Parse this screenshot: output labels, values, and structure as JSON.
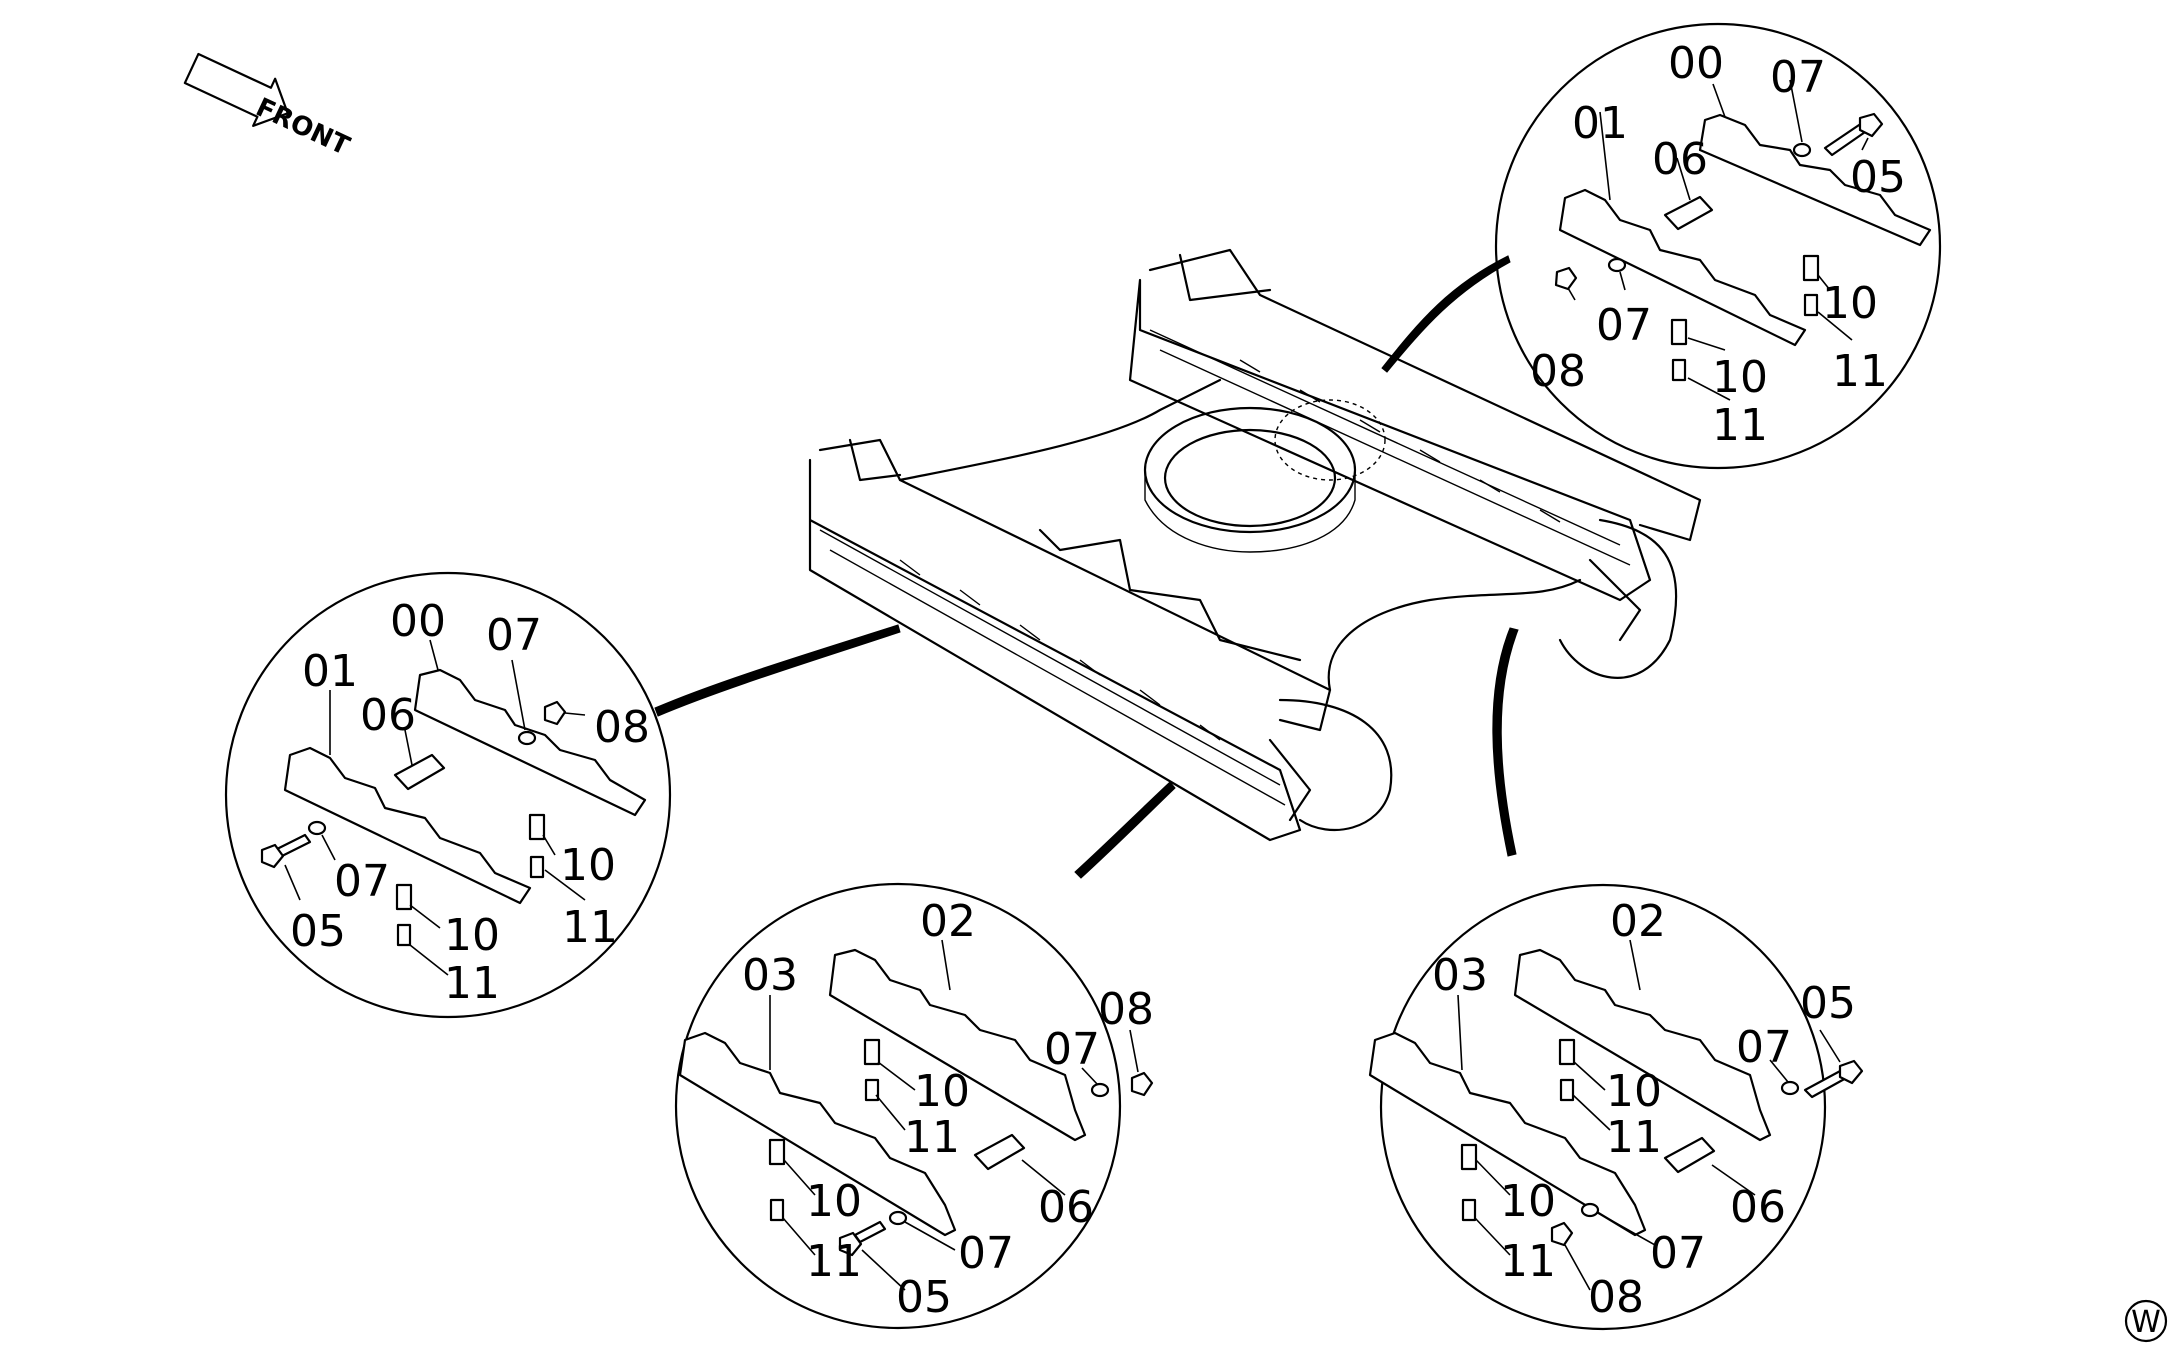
{
  "front_label": "FRONT",
  "corner_mark": "W",
  "details": {
    "top_right": {
      "labels": [
        "00",
        "07",
        "01",
        "06",
        "05",
        "07",
        "10",
        "08",
        "10",
        "11",
        "11"
      ]
    },
    "left": {
      "labels": [
        "00",
        "07",
        "01",
        "06",
        "08",
        "10",
        "07",
        "05",
        "10",
        "11",
        "11"
      ]
    },
    "bottom_center": {
      "labels": [
        "02",
        "03",
        "08",
        "07",
        "10",
        "11",
        "10",
        "06",
        "07",
        "11",
        "05"
      ]
    },
    "bottom_right": {
      "labels": [
        "02",
        "03",
        "05",
        "07",
        "10",
        "11",
        "10",
        "06",
        "11",
        "07",
        "08"
      ]
    }
  }
}
